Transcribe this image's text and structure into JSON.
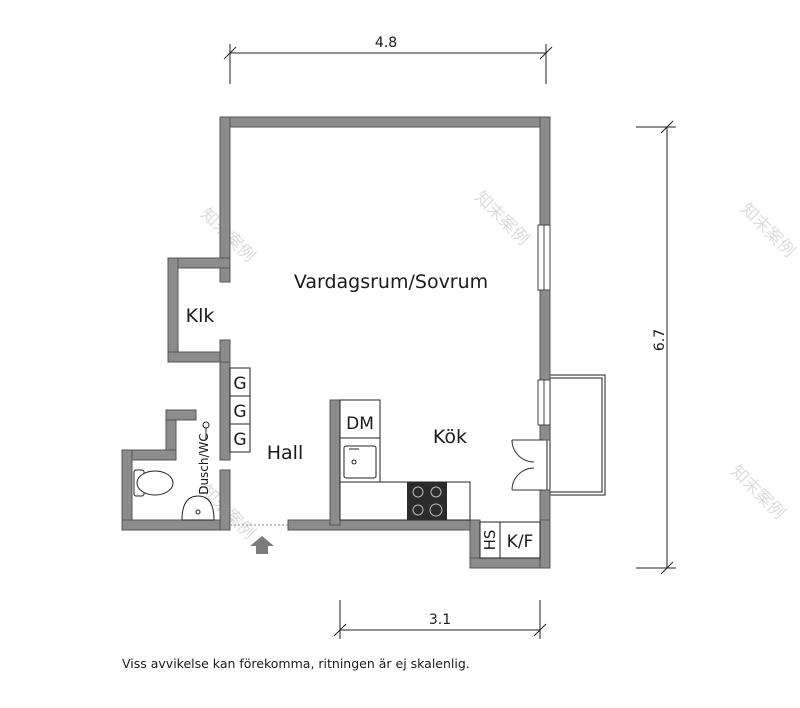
{
  "rooms": {
    "living": "Vardagsrum/Sovrum",
    "closet": "Klk",
    "hall": "Hall",
    "kitchen": "Kök",
    "bathroom": "Dusch/WC",
    "dishwasher": "DM",
    "wardrobe": "G",
    "fridge_freezer": "K/F",
    "hs": "HS"
  },
  "dimensions": {
    "top_width": "4.8",
    "right_height": "6.7",
    "bottom_width": "3.1"
  },
  "disclaimer": "Viss avvikelse kan förekomma, ritningen är ej skalenlig.",
  "watermark": "知末案例",
  "colors": {
    "wall_fill": "#8c8c8c",
    "wall_stroke": "#555555",
    "line": "#222222",
    "stove": "#2b2b2b"
  },
  "icons": [
    "entrance-arrow-icon",
    "toilet-icon",
    "sink-icon",
    "stove-icon",
    "washbasin-icon"
  ]
}
